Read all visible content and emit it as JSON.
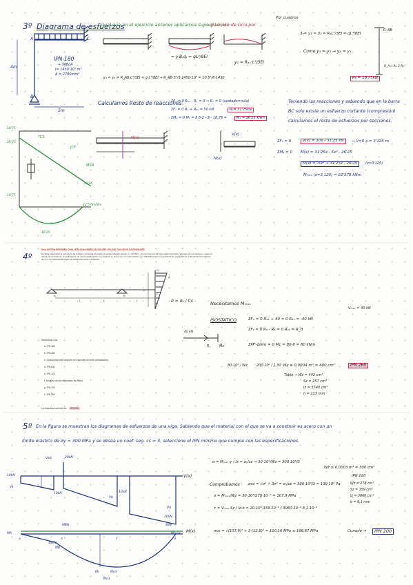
{
  "section3": {
    "number": "3º",
    "title": "Diagrama de esfuerzos",
    "note": "Igual que en el ejercicio anterior aplicamos superposición",
    "note2": "// Lo uso de Giro por",
    "note3": "Por cuadros",
    "profile": "IPN-180",
    "profile_lines": [
      "+ TABLA",
      "I= 1450·10⁴ m⁴",
      "A = 2790mm²"
    ],
    "dim_h": "4m",
    "dim_w": "5m",
    "lbl_A": "A",
    "lbl_B": "B",
    "lbl_C": "C",
    "frac1": "= y₍B,q₎ = qL⁴/8EI",
    "frac2": "y₂ = Rₐₓ·L³/3EI",
    "eq_combined": "3ₐ= y₁ = 3₂ = RₐL³/3EI = qL⁴/8EI",
    "eq_como": "Como y₁ = y₂ → y₂ = y₁",
    "eq_long": "y₁ = y₂ = R_AB·L³/3EI = q·L⁴/8EI → R_AB·5³/3·1450·10⁶ = 10·5⁴/8·1450",
    "eq_rbx": "Rᵦ = 18'75kN",
    "lbl_RBX": "R_AB",
    "lbl_RA": "R_A= R₀ 3 R₀",
    "calc_title": "Calculamos Resto de reacciones",
    "calc1": "ΣFₓ = 0   Rₐₓ - Rₓ = 0  → Rₓ = 0 (acotado=nula)",
    "calc2": "ΣFᵧ = 0   Rₐ + Rᵦᵧ = 50 kN",
    "calc2_box": "Rₐ= 31'25kN",
    "calc3": "ΣMₐ = 0   Mₐ = 5·5·2 - 5 · 18,75 =",
    "calc3_box": "Mₐ = 26'25 kNm",
    "text_right1": "Teniendo las reacciones y sabiendo que en la barra",
    "text_right2": "BC solo existe un esfuerzo cortante (compresión)",
    "text_right3": "calculamos el resto de esfuerzos por secciones.",
    "eq_sf": "ΣFᵧ = 0",
    "eq_sf_box": "V(x) = 10x - 31'25 kN",
    "eq_sf_result": "→ V=0  x = 3'125 m",
    "eq_sm": "ΣMₐ = 0",
    "eq_sm1": "M(x) = 31'25x - 5x² - 26'25",
    "eq_sm_box": "M(x) = -5x² + 31'25x - 26'25",
    "eq_sm_result": "(x=3'125)",
    "eq_mmax": "Mₘₐₓ (x=3,125) = 22'578 kNm",
    "lbl_moment": "M(x)",
    "lbl_V": "V(x)",
    "lbl_N": "N(x)",
    "diag_v1": "18'75",
    "diag_v2": "-31'25",
    "diag_m1": "26'25",
    "diag_m2": "22'578 kNm",
    "diag_m3": "16'25",
    "diag_n1": "18'75",
    "lbl_TCS": "TCS",
    "lbl_JCF": "JCF",
    "lbl_MSN": "MSN"
  },
  "section4": {
    "number": "4º",
    "red_header": "UNA OPCIÓN ERRÓNEA CONLLEVA UNA PENALIZACIÓN DEL 25% DEL VALOR DE LA PREGUNTA",
    "paragraph": "En tabla determinar la estructura de la figura, sometida al estado de carga indicado siendo q = 40 kN/m, con la misma perfil para todas las barras. Escoger de las opciones, según el criterio de resistencia, el perfil óptimo de aceromedianizado si el material se acero con un límite elástico σy= 200 MPa para un coeficiente de seguridad de 1,30 siendo la longitud L de 4 m. Se posicionará según la resistencia frente a la flexión.",
    "lbl_D": "D",
    "lbl_q": "q",
    "lbl_A": "A",
    "lbl_B": "B",
    "lbl_C": "C",
    "lbl_L1": "L",
    "lbl_L2": "L",
    "lbl_L3": "L",
    "lbl_Lv": "L",
    "options_header": "Seleccione una:",
    "options": [
      "a. IPN 160",
      "b. IPN 180",
      "c. Quizás elija este pequeño en especial (no tiene penalización)",
      "d. IPN 240",
      "e. IPN 120",
      "f. Ninguna de las respuestas es válida",
      "g. IPN 200",
      "h. IPN 280"
    ],
    "answer_prefix": "La respuesta correcta es:",
    "answer_value": "IPN 200",
    "sigma_eq": "σ = σᵧ / Cs",
    "necesitamos": "Necesitamos Mₘₐₓ",
    "isostatico": "ISOSTATICO",
    "eq1": "ΣFₓ = 0   Rₐₓ + 40 = 0   Rₐₓ = -40 kN",
    "eq_vmax": "Vₘₐₓ = 40 kN",
    "eq2": "ΣFᵧ = 0   Rₐ - Rᵦ = 0   Rᵧₐ = R_B",
    "eq3": "ΣMᴮ-diém = 0   Mc = 80·8 = 80 kNm",
    "frac_l": "80·10⁶ / Wz",
    "frac_r": "200·10⁶ / 1,30",
    "wz": "Wz ≥ 0,0004 m³ = 400 cm³",
    "ipn": "IPN 260",
    "tabla": "Tabla → Wz = 442 cm³",
    "sz": "Sz = 257 cm³",
    "iz": "Iz = 5740 cm⁴",
    "tw": "h = 113 mm",
    "lbl_40": "40 kN",
    "lbl_Mc": "M̄c",
    "lbl_Rya": "Rᵧ"
  },
  "section5": {
    "number": "5º",
    "line1": "En la figura se muestran los diagramas de esfuerzos de una viga. Sabiendo que el material con el que se va a construir es acero con un",
    "line2": "límite elástico de σy = 300 MPa y se desea un coef. seg. cs = 3, seleccione el IPN mínimo que cumple con las especificaciones.",
    "lbl_Vx": "V(x)",
    "lbl_Mx": "M(x)",
    "v_vals": [
      "10kN",
      "Vad",
      "20kN",
      "10kN",
      "Vd",
      "Va",
      "Vb",
      "20kN",
      "10kN"
    ],
    "m_vals": [
      "MA",
      "MB",
      "18kN",
      "MBN",
      "Mcd",
      "Mc",
      "Mcd",
      "4kN",
      "Mmax"
    ],
    "lbl_a": "a",
    "lbl_b": "b",
    "lbl_c": "c",
    "lbl_d": "d",
    "eq_sigma": "σ = Mₘₐₓ·y / Iz = σᵧ/cs → 30·10³/Wz = 300·10⁶/3",
    "eq_wz": "Wz ≥ 0,0003 m³ = 300 cm³",
    "eq_ipn": "IPN 220",
    "comprobamos": "Comprobamos",
    "eq_comp": "σco = √σ² + 3τ² = σᵧ/cs = 300·10⁶/3 = 100·10⁶ Pa",
    "eq_sig2": "σ = Mₘₐₓ/Wz = 30·10³/278·10⁻⁶ = 107,9 MPa",
    "eq_tau": "τ = Vₘₐₓ·Sz / Iz·b = 20·10³·159·10⁻⁶ / 3060·10⁻⁸·8,1·10⁻³",
    "eq_final": "σco = √(107,9)² + 3·(12,8)² = 110,16 MPa ≤ 166,67 MPa",
    "cumple": "Cumple →",
    "final_box": "IPN 200",
    "tabla_vals": [
      "Wz = 278 cm³",
      "Sz = 159 cm³",
      "Iz = 3060 cm⁴",
      "b = 8,1 mm"
    ]
  }
}
